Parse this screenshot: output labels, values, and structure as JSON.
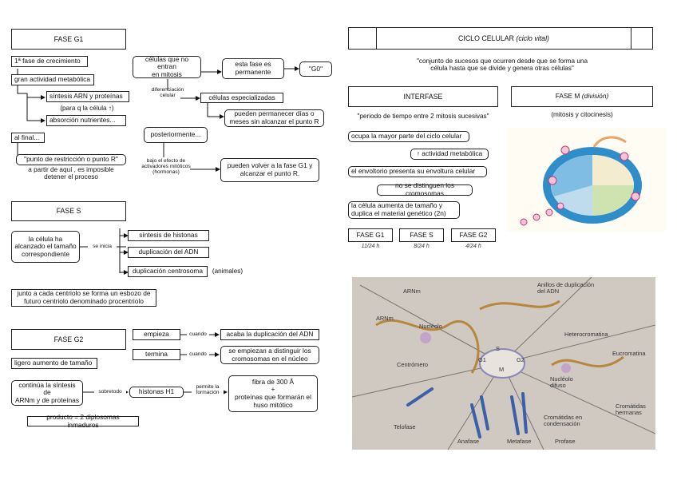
{
  "g1": {
    "title": "FASE G1",
    "crecimiento": "1ª fase de crecimiento",
    "actividad": "gran actividad metabólica",
    "sintesis": "síntesis ARN y proteínas",
    "para": "(para q la célula ↑)",
    "absorcion": "absorción nutrientes...",
    "final": "al final...",
    "punto": "\"punto de restricción o punto R\"",
    "imposible": "a partir de aquí , es imposible\ndetener el proceso",
    "no_entran": "células que no entran\nen mitosis",
    "permanente": "esta fase es\npermanente",
    "g0": "\"G0\"",
    "diferenciacion": "diferenciación\ncelular",
    "especializadas": "células especializadas",
    "pueden_permanecer": "pueden permanecer días o\nmeses sin alcanzar el punto R",
    "posteriormente": "posteriormente...",
    "bajo_efecto": "bajo el efecto de\nactivadores mitóticos\n(hormonas)",
    "volver": "pueden volver a la fase G1 y\nalcanzar el punto R."
  },
  "s": {
    "title": "FASE S",
    "celula": "la célula ha\nalcanzado el tamaño\ncorrespondiente",
    "se_inicia": "se inicia",
    "histonas": "síntesis de histonas",
    "adn": "duplicación del ADN",
    "centrosoma": "duplicación centrosoma",
    "animales": "(animales)",
    "centriolo": "junto a cada centriolo se forma un esbozo de\nfuturo centriolo denominado procentriolo"
  },
  "g2": {
    "title": "FASE G2",
    "empieza": "empieza",
    "cuando1": "cuando",
    "acaba": "acaba la duplicación del ADN",
    "termina": "termina",
    "cuando2": "cuando",
    "distinguir": "se empiezan a distinguir los\ncromosomas en el núcleo",
    "ligero": "ligero aumento de tamaño",
    "continua": "continúa la síntesis de\nARNm y de proteínas",
    "sobretodo": "sobretodo",
    "h1": "histonas H1",
    "permite": "permite la\nformación",
    "fibra": "fibra de 300 Å\n+\nproteínas que formarán el\nhuso mitótico",
    "producto": "producto = 2 diplosomas inmaduros"
  },
  "ciclo": {
    "title": "CICLO CELULAR",
    "subtitle": "(ciclo vital)",
    "definicion": "\"conjunto de sucesos que ocurren desde que se forma una\ncélula hasta que se divide y genera otras células\"",
    "interfase": "INTERFASE",
    "interfase_def": "\"periodo de tiempo entre 2 mitosis sucesivas\"",
    "fase_m": "FASE M",
    "division": "(división)",
    "mitosis": "(mitosis y citocinesis)",
    "mayor_parte": "ocupa la mayor parte del ciclo celular",
    "metabolica": "↑ actividad metabólica",
    "envoltorio": "el envoltorio presenta su envoltura celular",
    "cromosomas": "no se distinguen los cromosomas",
    "aumenta": "la célula aumenta de tamaño y\nduplica el material genético (2n)",
    "g1": "FASE G1",
    "g1_time": "11/24 h",
    "s": "FASE S",
    "s_time": "8/24 h",
    "g2": "FASE G2",
    "g2_time": "4/24 h"
  },
  "photo": {
    "arnm1": "ARNm",
    "arnm2": "ARNm",
    "nucleolo": "Nucléolo",
    "centromero": "Centrómero",
    "anillos": "Anillos de duplicación\ndel ADN",
    "heterocromatina": "Heterocromatina",
    "eucromatina": "Eucromatina",
    "nucleolo_difuso": "Nucléolo\ndifuso",
    "cromatidas": "Cromátidas\nhermanas",
    "cromatidas_cond": "Cromátidas en\ncondensación",
    "s": "S",
    "g1": "G1",
    "g2": "G2",
    "m": "M",
    "telofase": "Telofase",
    "anafase": "Anafase",
    "metafase": "Metafase",
    "profase": "Profase"
  },
  "colors": {
    "cycle_ring": "#2f8ec9",
    "photo_bg": "#cfc9c1",
    "wedge_green": "#cfe3b0"
  }
}
